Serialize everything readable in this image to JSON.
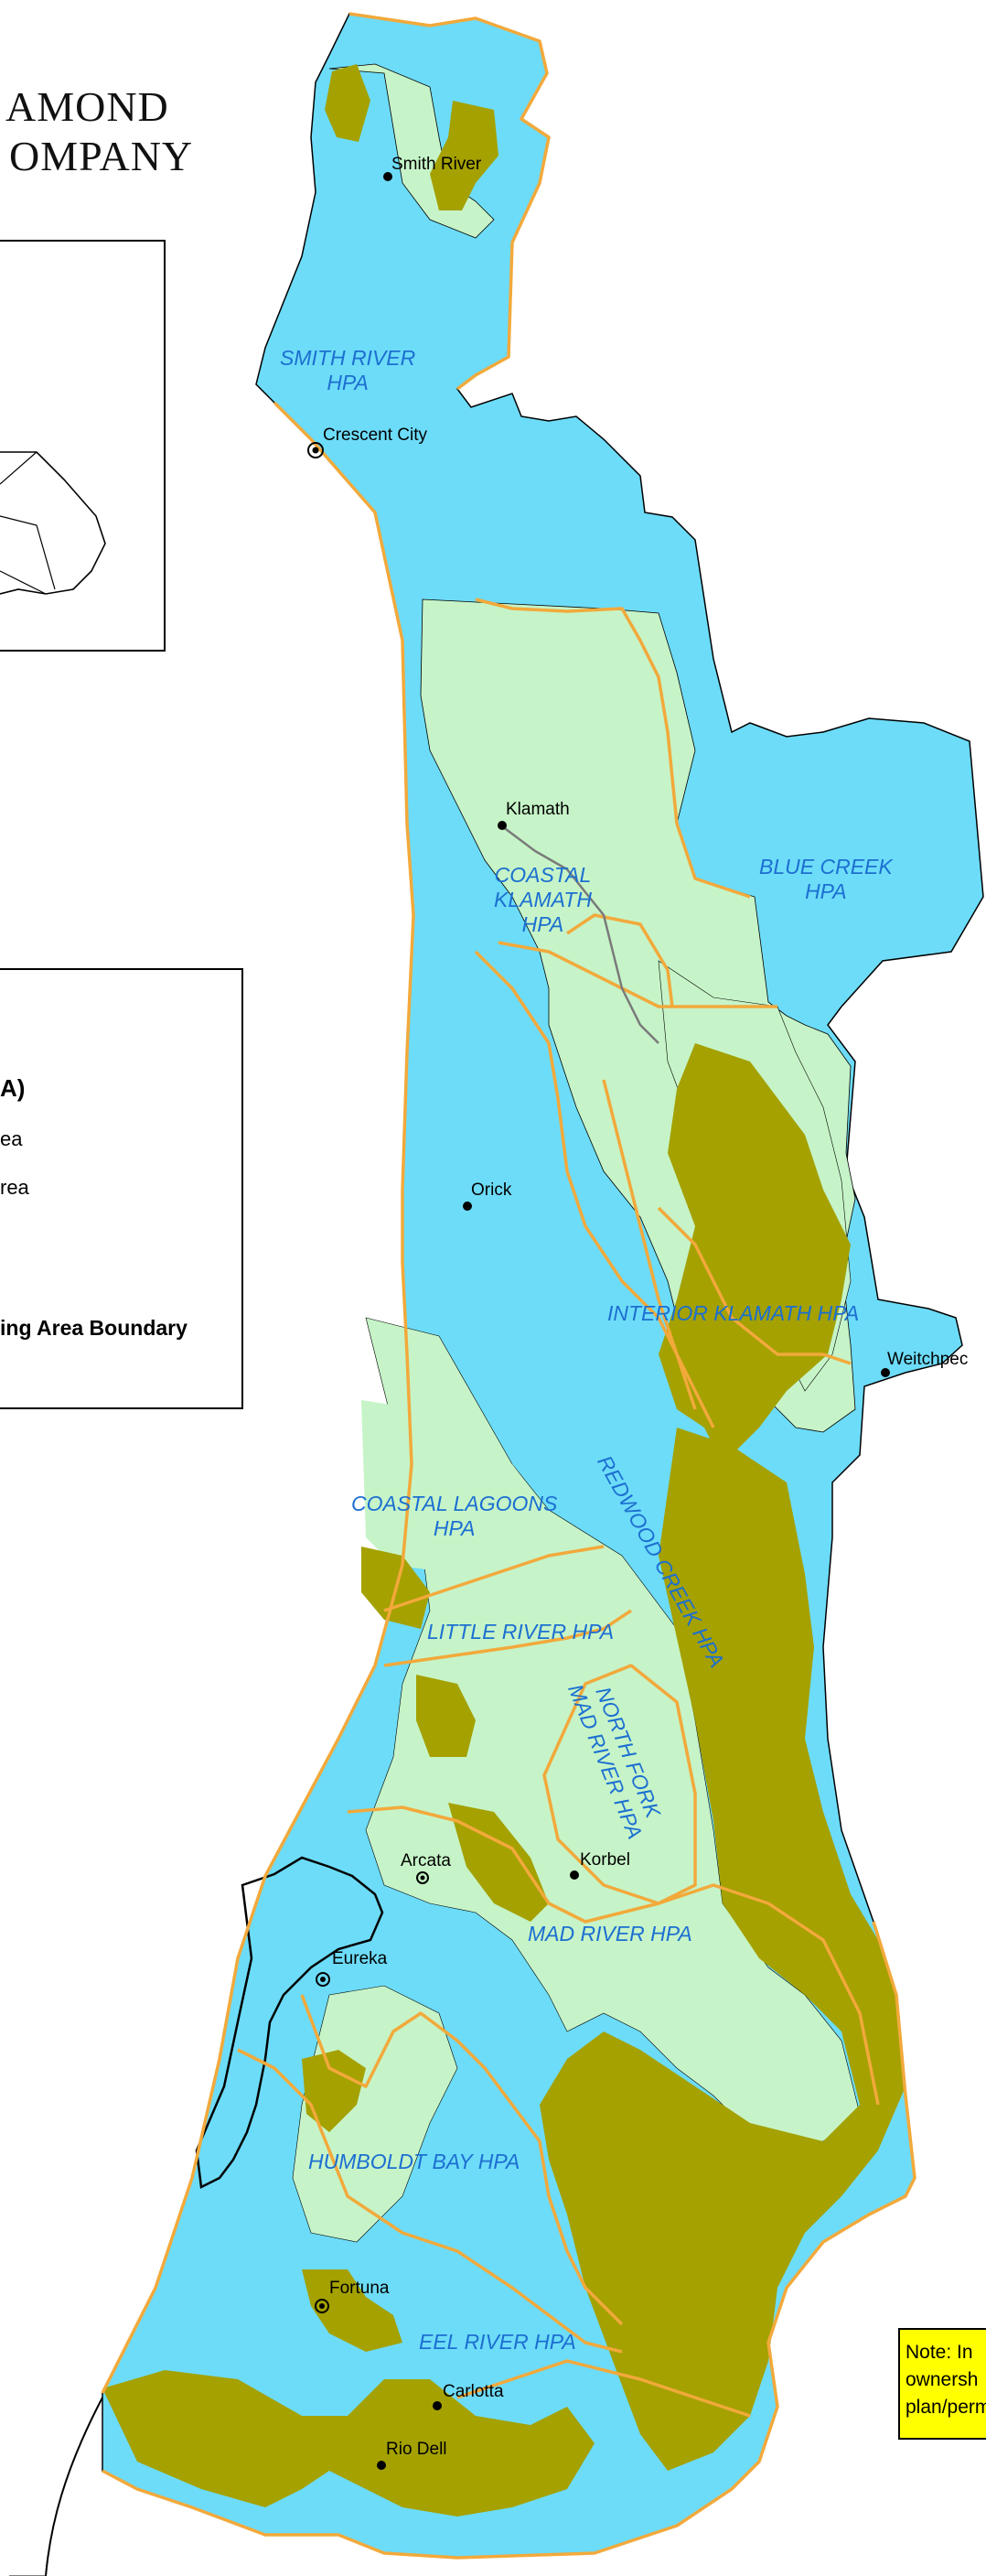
{
  "header": {
    "company_line1": "AMOND",
    "company_line2": "OMPANY"
  },
  "legend": {
    "heading": "A)",
    "item_1": "ea",
    "item_2": "rea",
    "item_3": "ing Area Boundary"
  },
  "note": {
    "line_1": "Note:  In",
    "line_2": "ownersh",
    "line_3": "plan/perm"
  },
  "colors": {
    "ocean_fill": "#6ddcf8",
    "ownership_fill": "#a4a100",
    "light_green_fill": "#c6f4c8",
    "hpa_boundary": "#f2a93b",
    "hpa_label": "#1c6fd1",
    "note_fill": "#ffff00"
  },
  "places": [
    {
      "id": "smith-river",
      "label": "Smith River"
    },
    {
      "id": "crescent-city",
      "label": "Crescent City"
    },
    {
      "id": "klamath",
      "label": "Klamath"
    },
    {
      "id": "orick",
      "label": "Orick"
    },
    {
      "id": "weitchpec",
      "label": "Weitchpec"
    },
    {
      "id": "arcata",
      "label": "Arcata"
    },
    {
      "id": "korbel",
      "label": "Korbel"
    },
    {
      "id": "eureka",
      "label": "Eureka"
    },
    {
      "id": "fortuna",
      "label": "Fortuna"
    },
    {
      "id": "carlotta",
      "label": "Carlotta"
    },
    {
      "id": "rio-dell",
      "label": "Rio Dell"
    }
  ],
  "hpas": [
    {
      "id": "smith-river",
      "line1": "SMITH RIVER",
      "line2": "HPA"
    },
    {
      "id": "coastal-klamath",
      "line1": "COASTAL",
      "line2": "KLAMATH",
      "line3": "HPA"
    },
    {
      "id": "blue-creek",
      "line1": "BLUE CREEK",
      "line2": "HPA"
    },
    {
      "id": "interior-klamath",
      "line1": "INTERIOR KLAMATH HPA"
    },
    {
      "id": "redwood-creek",
      "line1": "REDWOOD CREEK HPA"
    },
    {
      "id": "coastal-lagoons",
      "line1": "COASTAL LAGOONS",
      "line2": "HPA"
    },
    {
      "id": "little-river",
      "line1": "LITTLE RIVER HPA"
    },
    {
      "id": "north-fork-mad-river",
      "line1": "NORTH FORK",
      "line2": "MAD RIVER HPA"
    },
    {
      "id": "mad-river",
      "line1": "MAD RIVER HPA"
    },
    {
      "id": "humboldt-bay",
      "line1": "HUMBOLDT BAY HPA"
    },
    {
      "id": "eel-river",
      "line1": "EEL RIVER HPA"
    }
  ]
}
